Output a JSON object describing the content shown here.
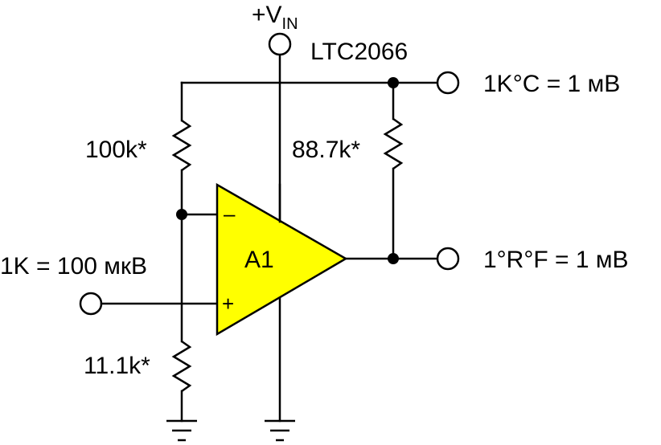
{
  "supply": {
    "prefix": "+V",
    "subscript": "IN"
  },
  "opamp": {
    "part": "LTC2066",
    "label": "A1",
    "inverting": "–",
    "noninverting": "+",
    "fill": "#ffff00"
  },
  "resistors": {
    "r_top_left": "100k*",
    "r_bottom_left": "11.1k*",
    "r_feedback": "88.7k*"
  },
  "inputs": {
    "thermocouple": "1K = 100 мкВ"
  },
  "outputs": {
    "celsius": "1K°C = 1 мВ",
    "rankine_f": "1°R°F = 1 мВ"
  }
}
